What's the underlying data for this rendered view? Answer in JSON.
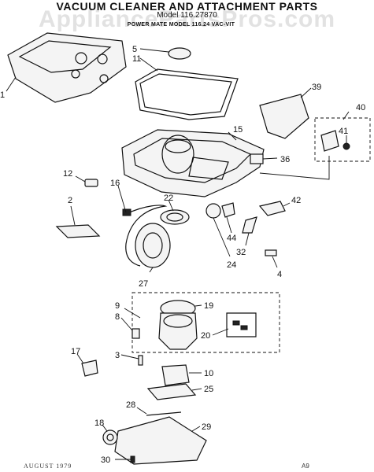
{
  "header": {
    "title": "VACUUM CLEANER AND ATTACHMENT PARTS",
    "model": "Model 116.27870",
    "subline": "POWER MATE MODEL 116.24 VAC-VIT"
  },
  "watermark": "AppliancePartsPros.com",
  "footer": {
    "left": "AUGUST 1979",
    "right": "A9"
  },
  "callouts": {
    "c1": "1",
    "c2": "2",
    "c3": "3",
    "c4": "4",
    "c5": "5",
    "c8": "8",
    "c9": "9",
    "c10": "10",
    "c11": "11",
    "c12": "12",
    "c15": "15",
    "c16": "16",
    "c17": "17",
    "c18": "18",
    "c19": "19",
    "c20": "20",
    "c22": "22",
    "c24": "24",
    "c25": "25",
    "c27": "27",
    "c28": "28",
    "c29": "29",
    "c30": "30",
    "c32": "32",
    "c36": "36",
    "c39": "39",
    "c40": "40",
    "c41": "41",
    "c42": "42",
    "c44": "44"
  }
}
